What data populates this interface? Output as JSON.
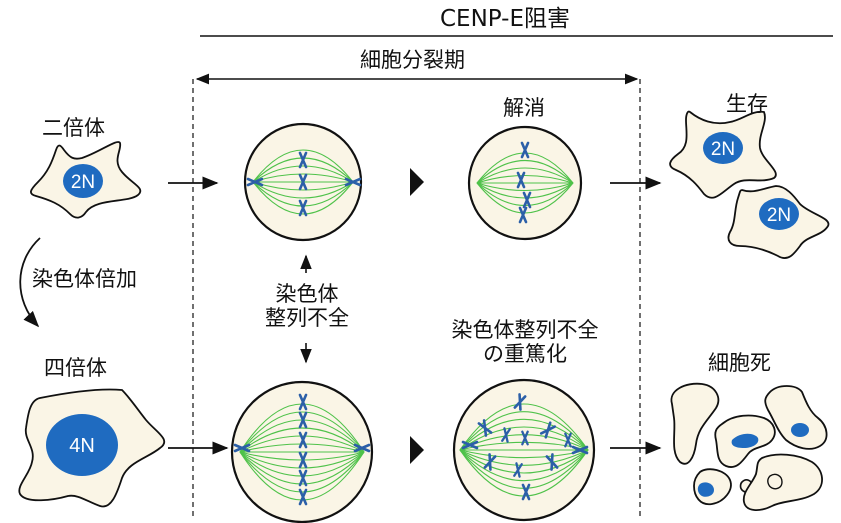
{
  "header": {
    "title": "CENP-E阻害",
    "phase": "細胞分裂期"
  },
  "labels": {
    "diploid": "二倍体",
    "doubling": "染色体倍加",
    "tetraploid": "四倍体",
    "resolution": "解消",
    "survival": "生存",
    "misalignment": [
      "染色体",
      "整列不全"
    ],
    "severe_misalignment": [
      "染色体整列不全",
      "の重篤化"
    ],
    "cell_death": "細胞死"
  },
  "nuclei": {
    "diploid": "2N",
    "tetraploid": "4N",
    "daughter_a": "2N",
    "daughter_b": "2N"
  },
  "colors": {
    "cell_fill": "#faf5e6",
    "nucleus": "#1f6bc0",
    "spindle": "#4fc24a",
    "chromosome": "#2b5fa8",
    "ink": "#111111"
  }
}
